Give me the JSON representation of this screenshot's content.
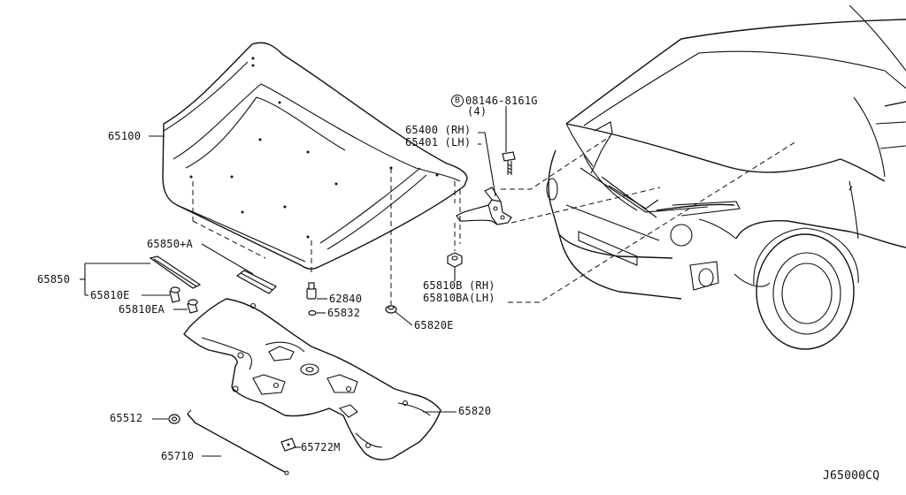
{
  "diagram": {
    "drawing_code": "J65000CQ",
    "parts": [
      {
        "id": "p65100",
        "label": "65100"
      },
      {
        "id": "p65850A",
        "label": "65850+A"
      },
      {
        "id": "p65850",
        "label": "65850"
      },
      {
        "id": "p65810E",
        "label": "65810E"
      },
      {
        "id": "p65810EA",
        "label": "65810EA"
      },
      {
        "id": "p62840",
        "label": "62840"
      },
      {
        "id": "p65832",
        "label": "65832"
      },
      {
        "id": "p65820E",
        "label": "65820E"
      },
      {
        "id": "p65820",
        "label": "65820"
      },
      {
        "id": "p65512",
        "label": "65512"
      },
      {
        "id": "p65710",
        "label": "65710"
      },
      {
        "id": "p65722M",
        "label": "65722M"
      },
      {
        "id": "pBolt",
        "label": "08146-8161G",
        "qty": "(4)",
        "circle_letter": "B"
      },
      {
        "id": "p65400",
        "label": "65400 (RH)"
      },
      {
        "id": "p65401",
        "label": "65401 (LH)"
      },
      {
        "id": "p65810B",
        "label": "65810B (RH)"
      },
      {
        "id": "p65810BA",
        "label": "65810BA(LH)"
      }
    ]
  }
}
